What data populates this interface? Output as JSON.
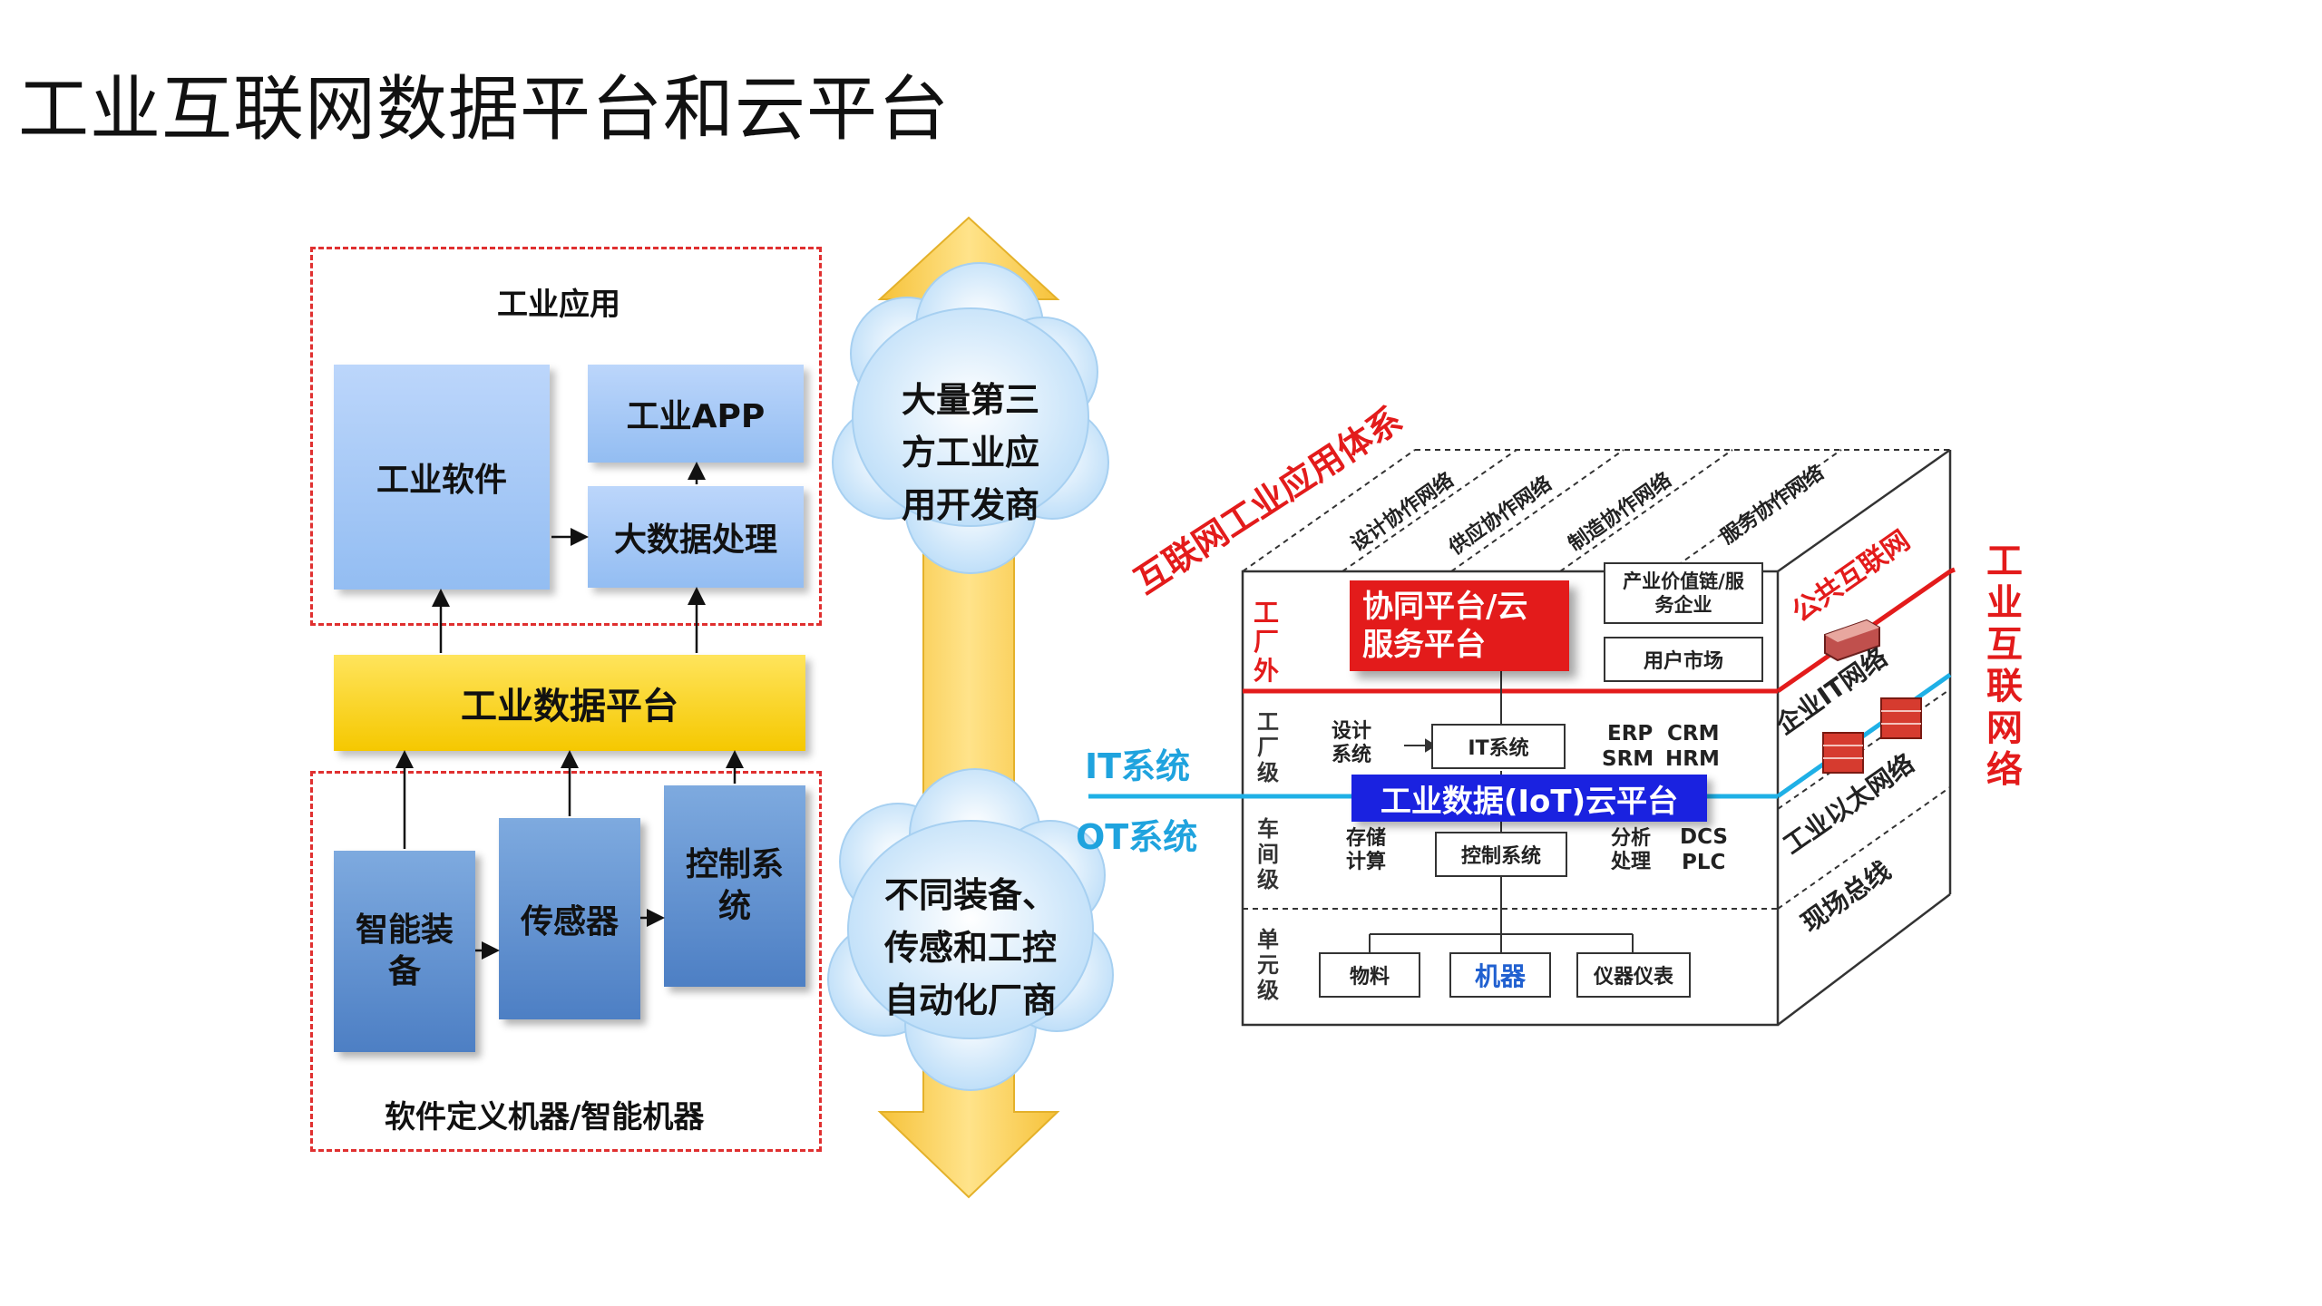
{
  "title": "工业互联网数据平台和云平台",
  "left": {
    "top_section_title": "工业应用",
    "software": "工业软件",
    "app": "工业APP",
    "bigdata": "大数据处理",
    "platform": "工业数据平台",
    "equipment": "智能装备",
    "sensor": "传感器",
    "control": "控制系统",
    "bottom_caption": "软件定义机器/智能机器"
  },
  "middle": {
    "cloud_top": [
      "大量第三",
      "方工业应",
      "用开发商"
    ],
    "cloud_bottom": [
      "不同装备、",
      "传感和工控",
      "自动化厂商"
    ]
  },
  "right": {
    "system_title": "互联网工业应用体系",
    "networks_top": [
      "设计协作网络",
      "供应协作网络",
      "制造协作网络",
      "服务协作网络"
    ],
    "side_nets": [
      "公共互联网",
      "企业IT网络",
      "工业以太网络",
      "现场总线"
    ],
    "right_title": "工业互联网络",
    "it_label": "IT系统",
    "ot_label": "OT系统",
    "levels": [
      "工厂外",
      "工厂级",
      "车间级",
      "单元级"
    ],
    "collab_platform": "协同平台/云服务平台",
    "value_chain": "产业价值链/服务企业",
    "user_market": "用户市场",
    "design_sys": "设计系统",
    "it_system": "IT系统",
    "erp": "ERP",
    "crm": "CRM",
    "srm": "SRM",
    "hrm": "HRM",
    "iot_platform": "工业数据(IoT)云平台",
    "storage": "存储计算",
    "control_sys": "控制系统",
    "analysis": "分析处理",
    "dcs": "DCS",
    "plc": "PLC",
    "material": "物料",
    "machine": "机器",
    "instrument": "仪器仪表"
  },
  "colors": {
    "red": "#e31b1b",
    "blue_bar": "#1a22e0",
    "cyan": "#1fb0e6",
    "yellow": "#f7d000"
  }
}
